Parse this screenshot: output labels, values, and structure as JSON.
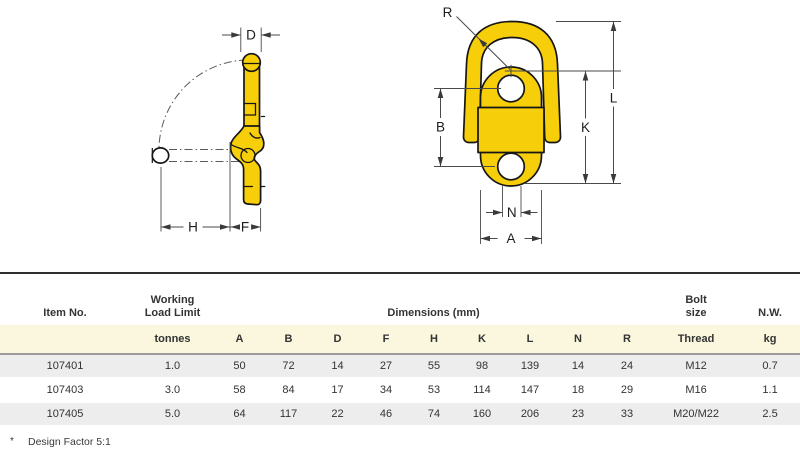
{
  "diagrams": {
    "colors": {
      "product_yellow": "#F7CE0A",
      "outline": "#161616"
    },
    "side_view_labels": {
      "d": "D",
      "h": "H",
      "f": "F"
    },
    "front_view_labels": {
      "r": "R",
      "b": "B",
      "k": "K",
      "l": "L",
      "n": "N",
      "a": "A"
    }
  },
  "table": {
    "header": {
      "item_no": "Item No.",
      "wll_line1": "Working",
      "wll_line2": "Load Limit",
      "dimensions": "Dimensions (mm)",
      "bolt_line1": "Bolt",
      "bolt_line2": "size",
      "nw": "N.W."
    },
    "subheader": {
      "tonnes": "tonnes",
      "cols": [
        "A",
        "B",
        "D",
        "F",
        "H",
        "K",
        "L",
        "N",
        "R"
      ],
      "thread": "Thread",
      "kg": "kg"
    },
    "rows": [
      {
        "item": "107401",
        "wll": "1.0",
        "dims": [
          "50",
          "72",
          "14",
          "27",
          "55",
          "98",
          "139",
          "14",
          "24"
        ],
        "thread": "M12",
        "nw": "0.7"
      },
      {
        "item": "107403",
        "wll": "3.0",
        "dims": [
          "58",
          "84",
          "17",
          "34",
          "53",
          "114",
          "147",
          "18",
          "29"
        ],
        "thread": "M16",
        "nw": "1.1"
      },
      {
        "item": "107405",
        "wll": "5.0",
        "dims": [
          "64",
          "117",
          "22",
          "46",
          "74",
          "160",
          "206",
          "23",
          "33"
        ],
        "thread": "M20/M22",
        "nw": "2.5"
      }
    ]
  },
  "footnote": {
    "marker": "*",
    "text": "Design Factor 5:1"
  }
}
